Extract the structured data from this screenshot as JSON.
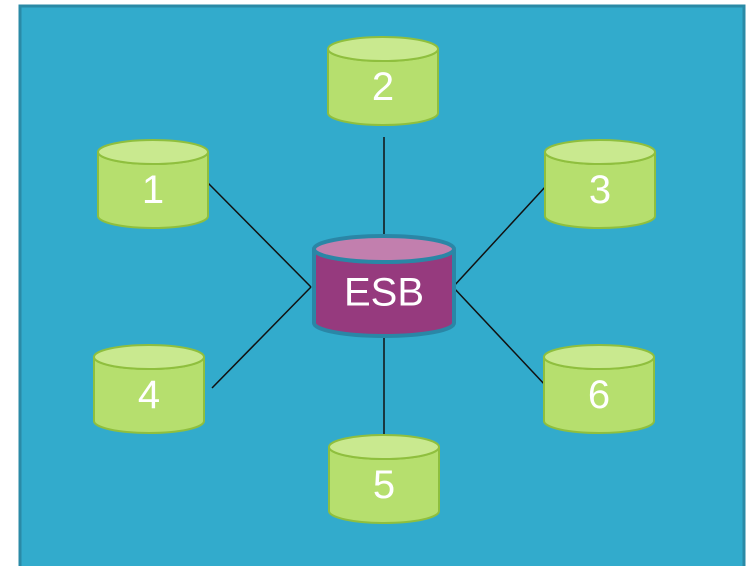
{
  "diagram": {
    "hub": {
      "id": "hub",
      "label": "ESB"
    },
    "nodes": [
      {
        "id": "n1",
        "label": "1"
      },
      {
        "id": "n2",
        "label": "2"
      },
      {
        "id": "n3",
        "label": "3"
      },
      {
        "id": "n4",
        "label": "4"
      },
      {
        "id": "n5",
        "label": "5"
      },
      {
        "id": "n6",
        "label": "6"
      }
    ],
    "edges": [
      {
        "from": "hub",
        "to": "n1"
      },
      {
        "from": "hub",
        "to": "n2"
      },
      {
        "from": "hub",
        "to": "n3"
      },
      {
        "from": "hub",
        "to": "n4"
      },
      {
        "from": "hub",
        "to": "n5"
      },
      {
        "from": "hub",
        "to": "n6"
      }
    ]
  },
  "colors": {
    "background": "#32abcc",
    "frame_border": "#2a8aa6",
    "node_fill": "#b6df6e",
    "node_top": "#c9e98f",
    "node_stroke": "#8fbf3e",
    "hub_fill": "#963a7e",
    "hub_top": "#c27fae",
    "hub_stroke": "#2a86a6",
    "edge": "#111111"
  },
  "icons": {
    "node_shape": "database-cylinder-icon",
    "hub_shape": "database-cylinder-icon"
  }
}
